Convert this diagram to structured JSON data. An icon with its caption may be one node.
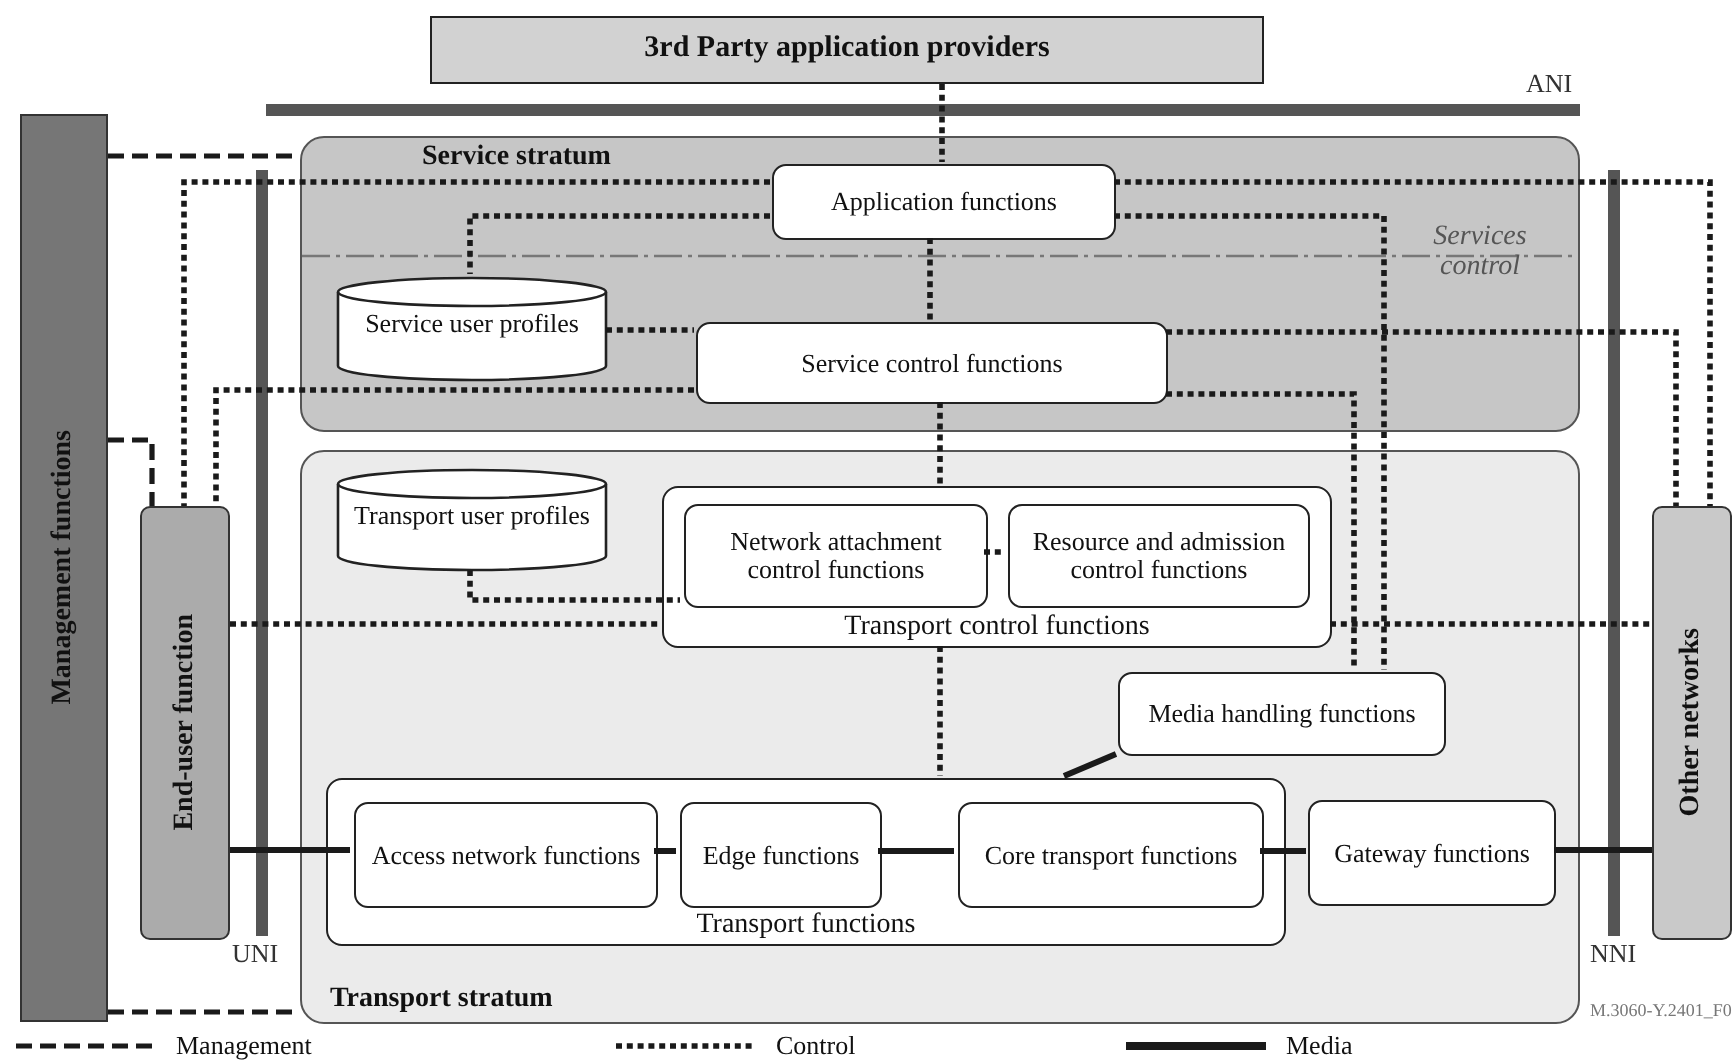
{
  "diagram": {
    "nodes": [
      {
        "text": [
          "3rd Party application providers"
        ]
      },
      {
        "text": [
          "Management functions"
        ]
      },
      {
        "text": [
          "Service stratum"
        ]
      },
      {
        "text": [
          "Application functions"
        ],
        "in": 2
      },
      {
        "text": [
          "Service user profiles"
        ],
        "in": 2
      },
      {
        "text": [
          "Service control functions"
        ],
        "in": 2
      },
      {
        "text": [
          "Transport stratum"
        ]
      },
      {
        "text": [
          "Transport user profiles"
        ],
        "in": 6
      },
      {
        "text": [
          "Transport control functions"
        ],
        "in": 6
      },
      {
        "text": [
          "Network attachment control functions"
        ],
        "in": 8
      },
      {
        "text": [
          "Resource and admission control functions"
        ],
        "in": 8
      },
      {
        "text": [
          "Media handling functions"
        ],
        "in": 6
      },
      {
        "text": [
          "Transport functions"
        ],
        "in": 6
      },
      {
        "text": [
          "Access network functions"
        ],
        "in": 12
      },
      {
        "text": [
          "Edge functions"
        ],
        "in": 12
      },
      {
        "text": [
          "Core transport functions"
        ],
        "in": 12
      },
      {
        "text": [
          "Gateway functions"
        ],
        "in": 6
      },
      {
        "text": [
          "End-user function"
        ]
      },
      {
        "text": [
          "Other networks"
        ]
      }
    ],
    "edges": [
      {
        "from": 1,
        "to": 2,
        "arrow": "none",
        "style": "dashed"
      },
      {
        "from": 1,
        "to": 6,
        "arrow": "none",
        "style": "dashed"
      },
      {
        "from": 1,
        "to": 17,
        "arrow": "none",
        "style": "dashed"
      },
      {
        "from": 0,
        "to": 3,
        "arrow": "none",
        "style": "dashed"
      },
      {
        "from": 3,
        "to": 17,
        "arrow": "none",
        "style": "dashed"
      },
      {
        "from": 3,
        "to": 4,
        "arrow": "none",
        "style": "dashed"
      },
      {
        "from": 3,
        "to": 5,
        "arrow": "none",
        "style": "dashed"
      },
      {
        "from": 3,
        "to": 18,
        "arrow": "none",
        "style": "dashed"
      },
      {
        "from": 3,
        "to": 11,
        "arrow": "none",
        "style": "dashed"
      },
      {
        "from": 4,
        "to": 5,
        "arrow": "none",
        "style": "dashed"
      },
      {
        "from": 5,
        "to": 17,
        "arrow": "none",
        "style": "dashed"
      },
      {
        "from": 5,
        "to": 18,
        "arrow": "none",
        "style": "dashed"
      },
      {
        "from": 5,
        "to": 11,
        "arrow": "none",
        "style": "dashed"
      },
      {
        "from": 5,
        "to": 8,
        "arrow": "none",
        "style": "dashed"
      },
      {
        "from": 7,
        "to": 9,
        "arrow": "none",
        "style": "dashed"
      },
      {
        "from": 17,
        "to": 8,
        "arrow": "none",
        "style": "dashed"
      },
      {
        "from": 8,
        "to": 18,
        "arrow": "none",
        "style": "dashed"
      },
      {
        "from": 9,
        "to": 10,
        "arrow": "none",
        "style": "dashed"
      },
      {
        "from": 8,
        "to": 12,
        "arrow": "none",
        "style": "dashed"
      },
      {
        "from": 17,
        "to": 13,
        "arrow": "none"
      },
      {
        "from": 13,
        "to": 14,
        "arrow": "none"
      },
      {
        "from": 14,
        "to": 15,
        "arrow": "none"
      },
      {
        "from": 15,
        "to": 16,
        "arrow": "none"
      },
      {
        "from": 16,
        "to": 18,
        "arrow": "none"
      },
      {
        "from": 11,
        "to": 12,
        "arrow": "none"
      }
    ],
    "labels": [
      "ANI",
      "UNI",
      "NNI",
      "Services control",
      "M.3060-Y.2401_F0"
    ],
    "legend": [
      {
        "text": "Management"
      },
      {
        "text": "Control"
      },
      {
        "text": "Media"
      }
    ]
  }
}
